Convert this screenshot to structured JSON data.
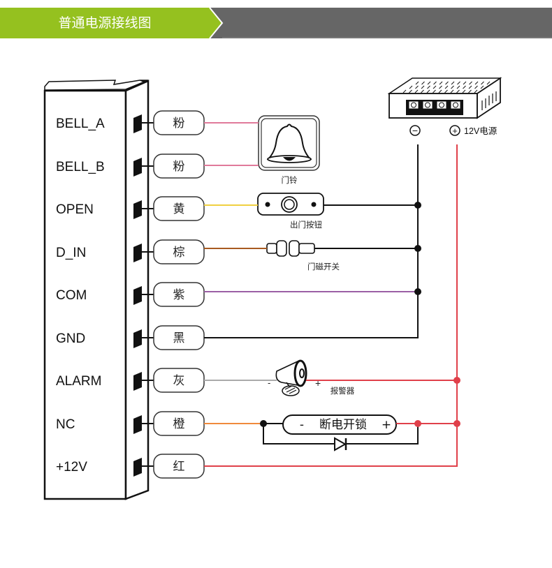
{
  "header": {
    "title": "普通电源接线图",
    "accent_color": "#95c11f",
    "bar_color": "#666666"
  },
  "terminals": [
    {
      "pin": "BELL_A",
      "wire": "粉",
      "wire_color": "#e07a9a"
    },
    {
      "pin": "BELL_B",
      "wire": "粉",
      "wire_color": "#e07a9a"
    },
    {
      "pin": "OPEN",
      "wire": "黄",
      "wire_color": "#f0d040"
    },
    {
      "pin": "D_IN",
      "wire": "棕",
      "wire_color": "#a85a20"
    },
    {
      "pin": "COM",
      "wire": "紫",
      "wire_color": "#9b5fa5"
    },
    {
      "pin": "GND",
      "wire": "黑",
      "wire_color": "#111111"
    },
    {
      "pin": "ALARM",
      "wire": "灰",
      "wire_color": "#aaaaaa"
    },
    {
      "pin": "NC",
      "wire": "橙",
      "wire_color": "#f08a3c"
    },
    {
      "pin": "+12V",
      "wire": "红",
      "wire_color": "#e0404a"
    }
  ],
  "devices": {
    "doorbell": "门铃",
    "exit_button": "出门按钮",
    "door_sensor": "门磁开关",
    "alarm": "报警器",
    "lock": {
      "minus": "-",
      "label": "断电开锁",
      "plus": "+"
    },
    "alarm_minus": "-",
    "alarm_plus": "+"
  },
  "power_supply": {
    "negative_symbol": "−",
    "positive_symbol": "+",
    "label": "12V电源"
  }
}
